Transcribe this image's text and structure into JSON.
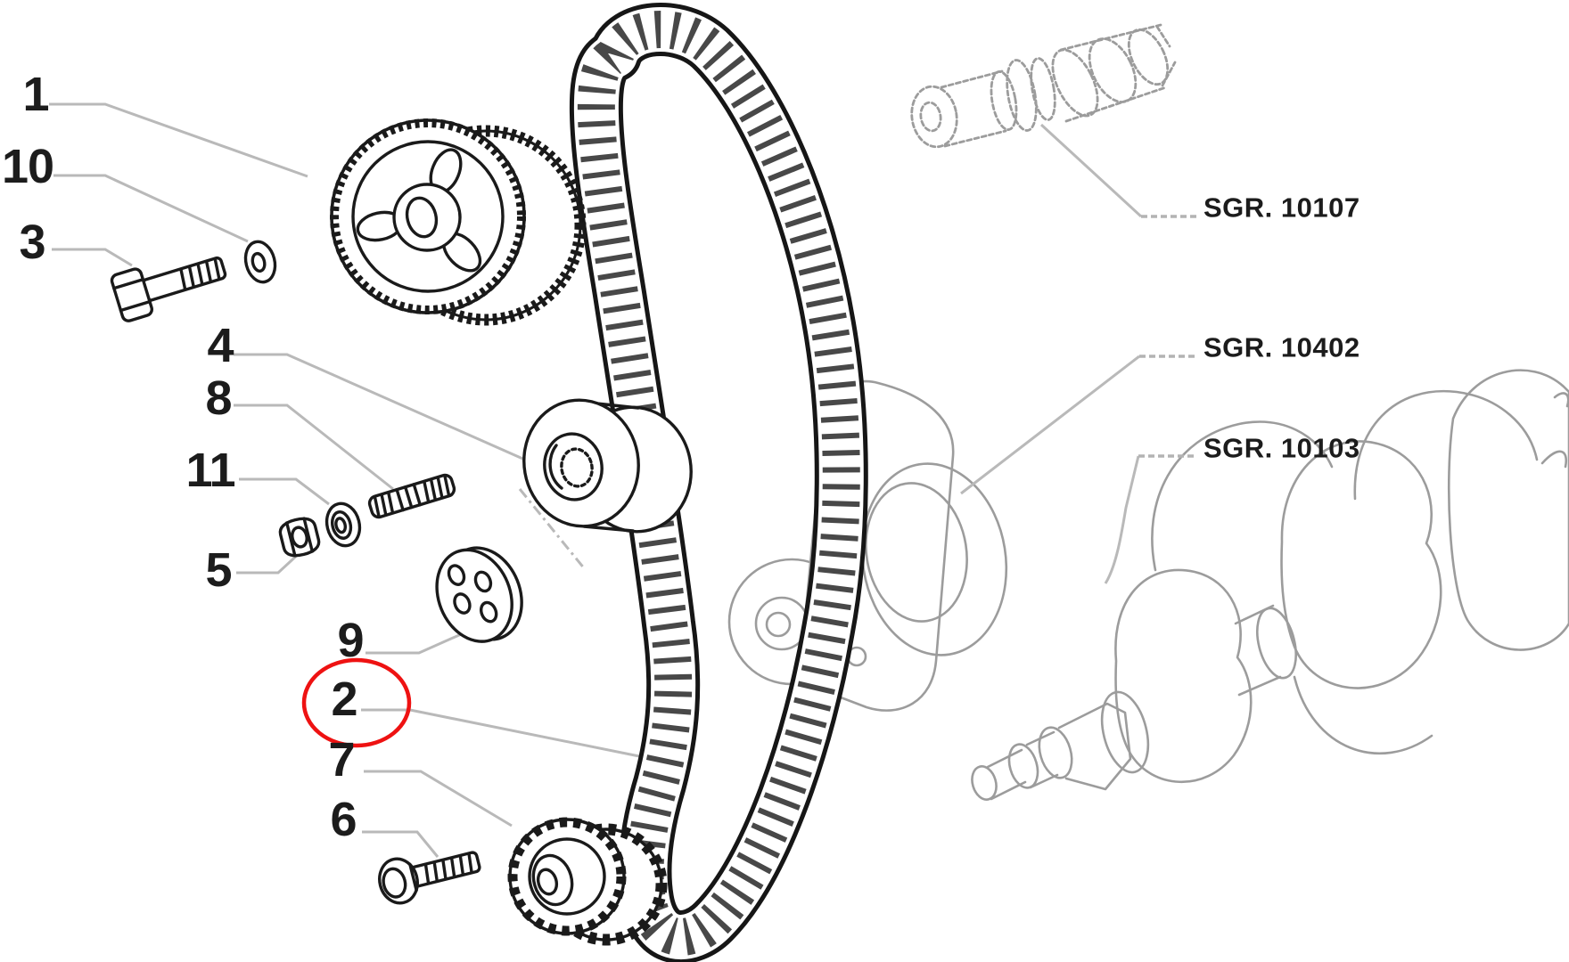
{
  "diagram": {
    "kind": "exploded-parts-diagram",
    "callouts": [
      {
        "label": "1"
      },
      {
        "label": "10"
      },
      {
        "label": "3"
      },
      {
        "label": "4"
      },
      {
        "label": "8"
      },
      {
        "label": "11"
      },
      {
        "label": "5"
      },
      {
        "label": "9"
      },
      {
        "label": "2",
        "highlighted": true
      },
      {
        "label": "7"
      },
      {
        "label": "6"
      }
    ],
    "group_labels": [
      {
        "label": "SGR. 10107"
      },
      {
        "label": "SGR. 10402"
      },
      {
        "label": "SGR. 10103"
      }
    ],
    "colors": {
      "background": "#ffffff",
      "ink": "#1a1a1a",
      "sketch_ink": "#9c9c9c",
      "leader": "#b9b9b9",
      "highlight": "#ee1212"
    }
  }
}
